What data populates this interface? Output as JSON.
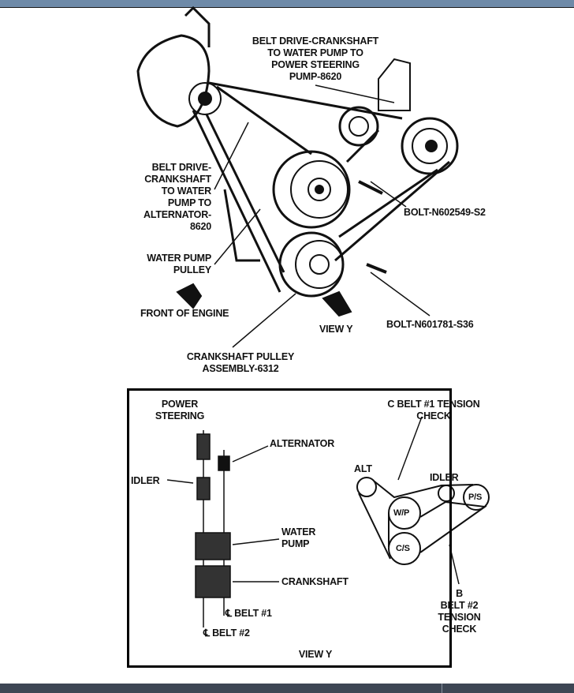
{
  "top_figure": {
    "belt_ps_label": "BELT DRIVE-CRANKSHAFT\nTO WATER PUMP TO\nPOWER STEERING\nPUMP-8620",
    "belt_alt_label": "BELT DRIVE-\nCRANKSHAFT\nTO WATER\nPUMP TO\nALTERNATOR-\n8620",
    "water_pump_pulley_label": "WATER PUMP\nPULLEY",
    "front_of_engine_label": "FRONT OF ENGINE",
    "view_y_label": "VIEW Y",
    "bolt1_label": "BOLT-N602549-S2",
    "bolt2_label": "BOLT-N601781-S36",
    "crank_pulley_label": "CRANKSHAFT PULLEY\nASSEMBLY-6312"
  },
  "view_y": {
    "power_steering": "POWER\nSTEERING",
    "alternator": "ALTERNATOR",
    "idler": "IDLER",
    "water_pump": "WATER\nPUMP",
    "crankshaft": "CRANKSHAFT",
    "belt1_cl": "℄ BELT #1",
    "belt2_cl": "℄ BELT #2",
    "title": "VIEW Y",
    "belt1_tension": "C BELT #1 TENSION\nCHECK",
    "belt2_tension": "B\nBELT #2\nTENSION\nCHECK",
    "alt": "ALT",
    "idler_small": "IDLER",
    "ps": "P/S",
    "wp": "W/P",
    "cs": "C/S"
  },
  "colors": {
    "top_bar": "#6e8aa8",
    "bottom_bar": "#3d4654"
  }
}
